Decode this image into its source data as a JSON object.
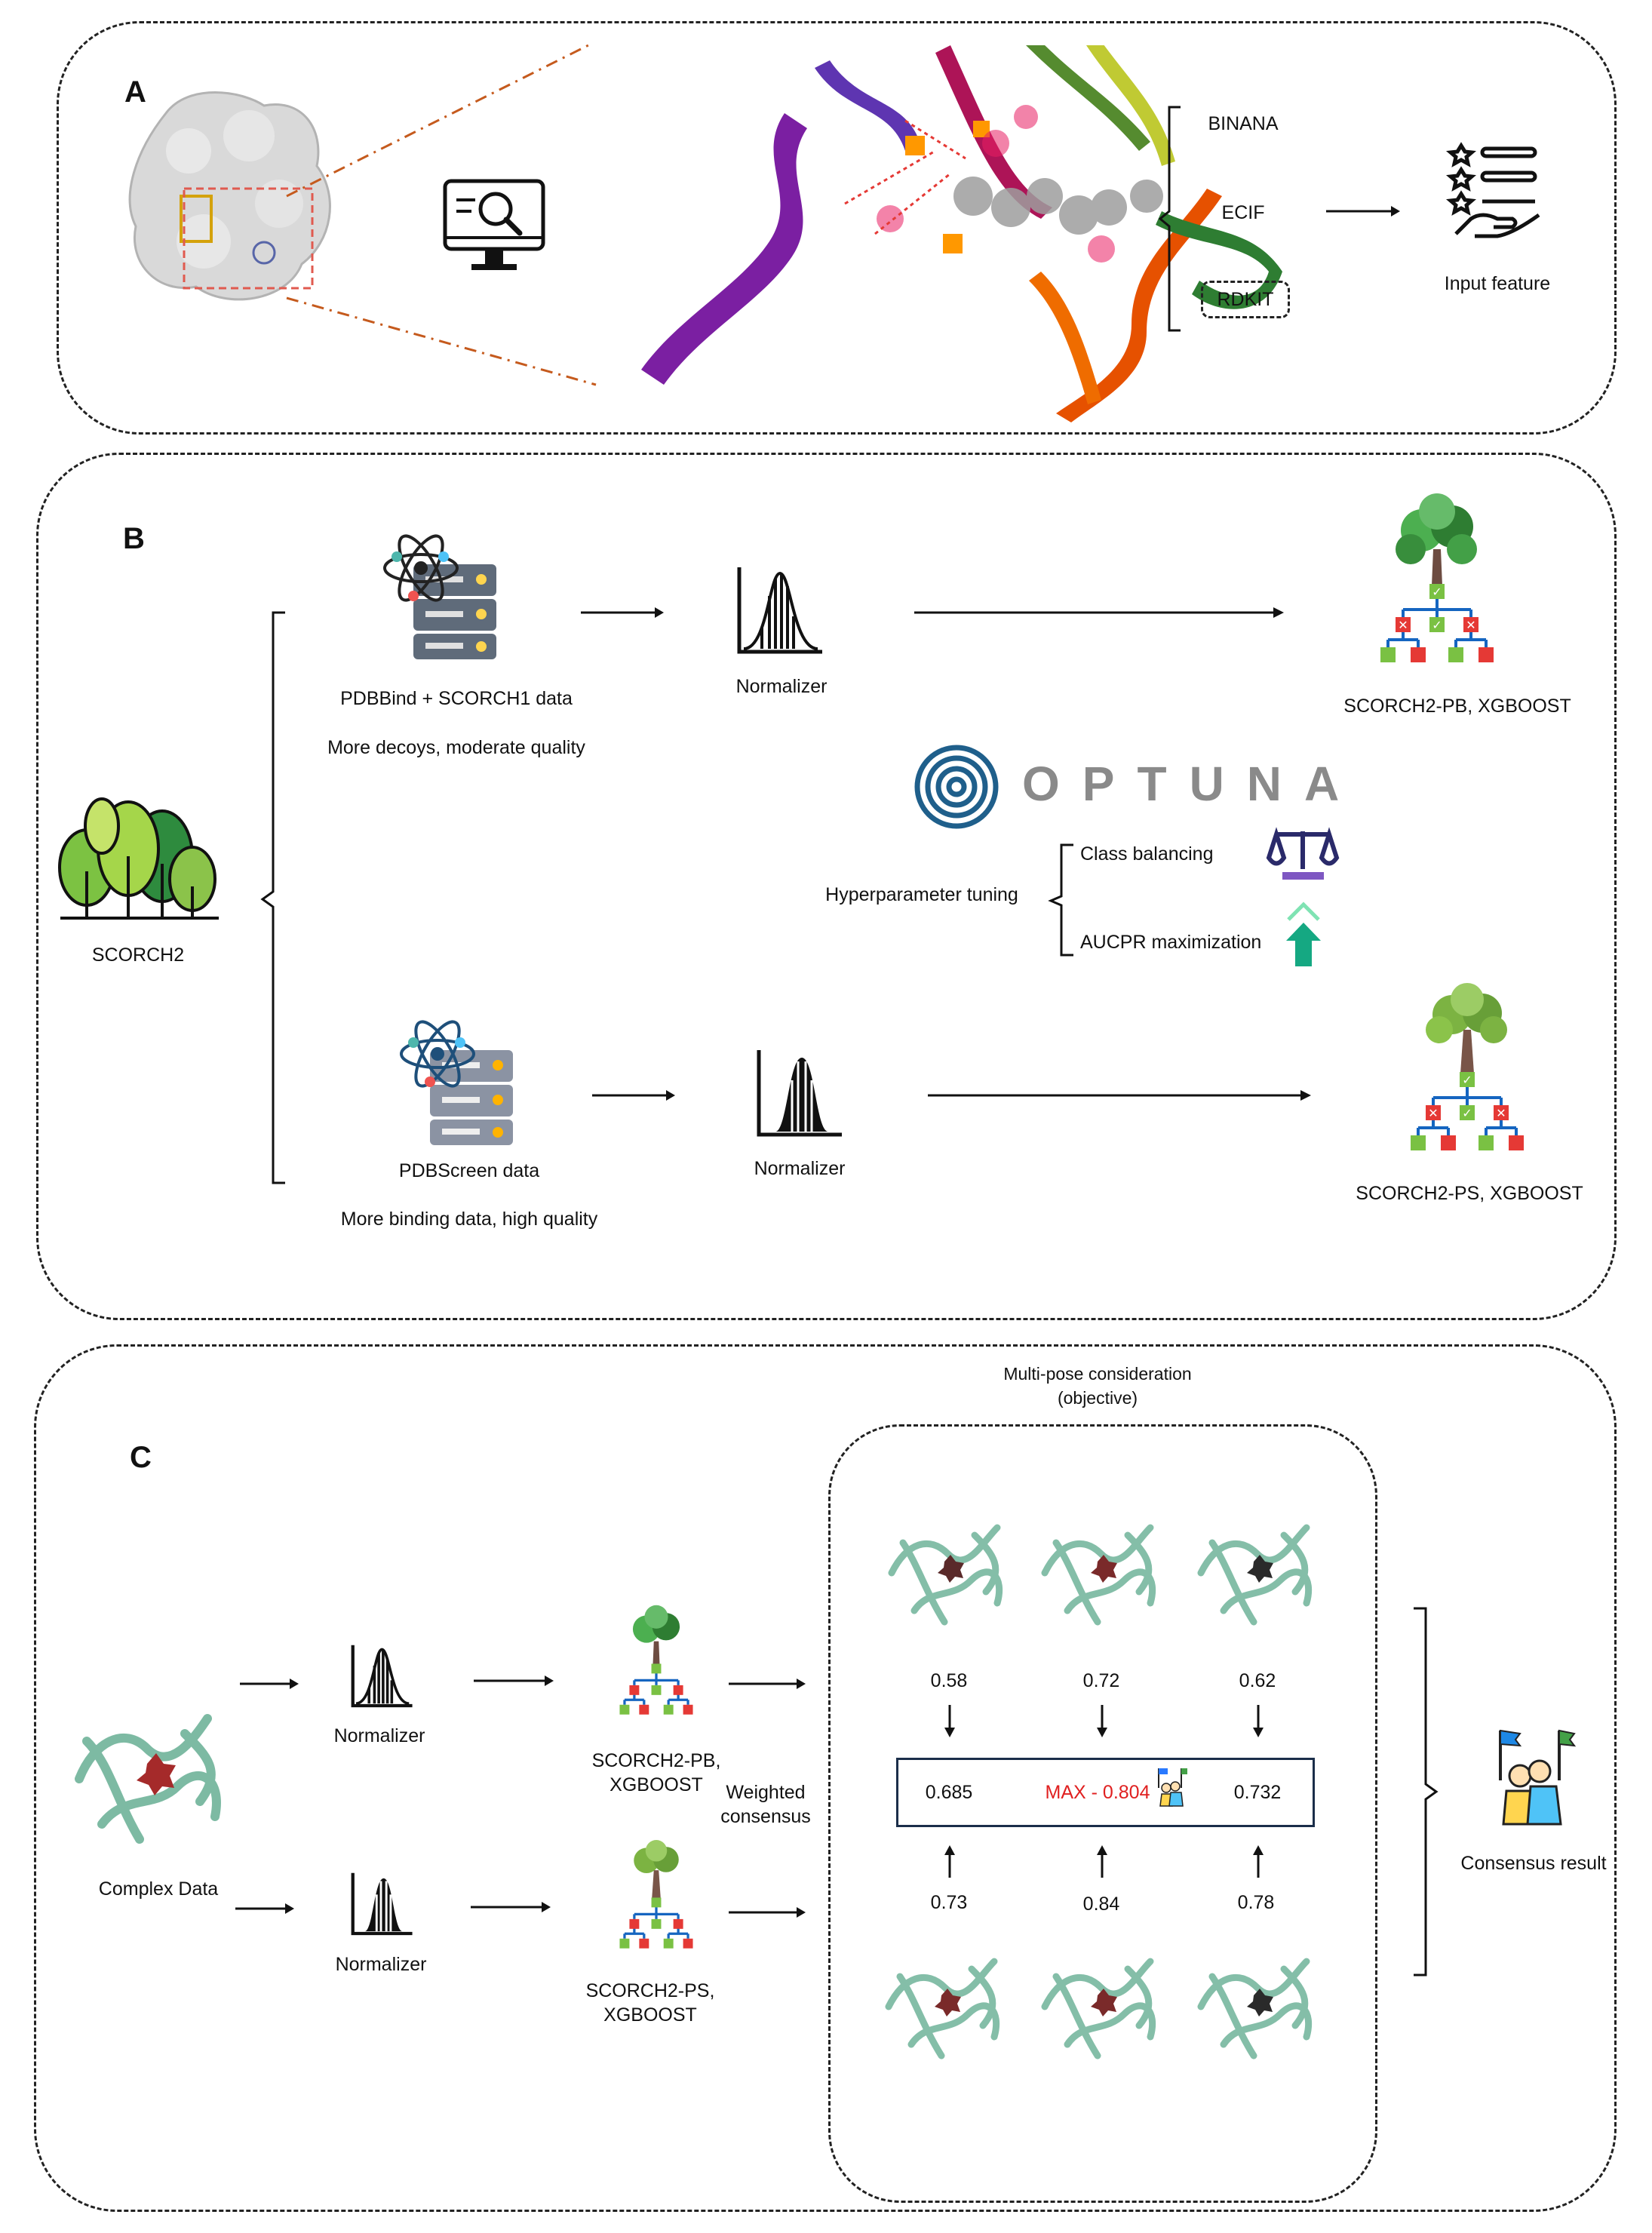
{
  "panel_a": {
    "letter": "A",
    "features": [
      "BINANA",
      "ECIF",
      "RDKIT"
    ],
    "input_feature_label": "Input feature"
  },
  "panel_b": {
    "letter": "B",
    "root_label": "SCORCH2",
    "top_branch": {
      "data_label": "PDBBind + SCORCH1 data",
      "desc": "More decoys, moderate quality",
      "normalizer_label": "Normalizer",
      "model_label": "SCORCH2-PB,  XGBOOST"
    },
    "bottom_branch": {
      "data_label": "PDBScreen data",
      "desc": "More binding data, high quality",
      "normalizer_label": "Normalizer",
      "model_label": "SCORCH2-PS,  XGBOOST"
    },
    "optuna_text": "OPTUNA",
    "tuning_label": "Hyperparameter tuning",
    "tuning_items": [
      "Class balancing",
      "AUCPR maximization"
    ]
  },
  "panel_c": {
    "letter": "C",
    "complex_label": "Complex Data",
    "normalizer_top": "Normalizer",
    "normalizer_bottom": "Normalizer",
    "model_top": [
      "SCORCH2-PB,",
      "XGBOOST"
    ],
    "model_bottom": [
      "SCORCH2-PS,",
      "XGBOOST"
    ],
    "weighted": [
      "Weighted",
      "consensus"
    ],
    "multipose_title": [
      "Multi-pose consideration",
      "(objective)"
    ],
    "top_scores": [
      "0.58",
      "0.72",
      "0.62"
    ],
    "bottom_scores": [
      "0.73",
      "0.84",
      "0.78"
    ],
    "consensus_values": [
      "0.685",
      "MAX - 0.804",
      "0.732"
    ],
    "consensus_result_label": "Consensus result"
  },
  "colors": {
    "tree_green": "#7ac143",
    "tree_dark": "#2e7d32",
    "cross_red": "#e53935",
    "max_red": "#e02020",
    "optuna_blue": "#1f5f8b",
    "protein_teal": "#6fb39a"
  }
}
